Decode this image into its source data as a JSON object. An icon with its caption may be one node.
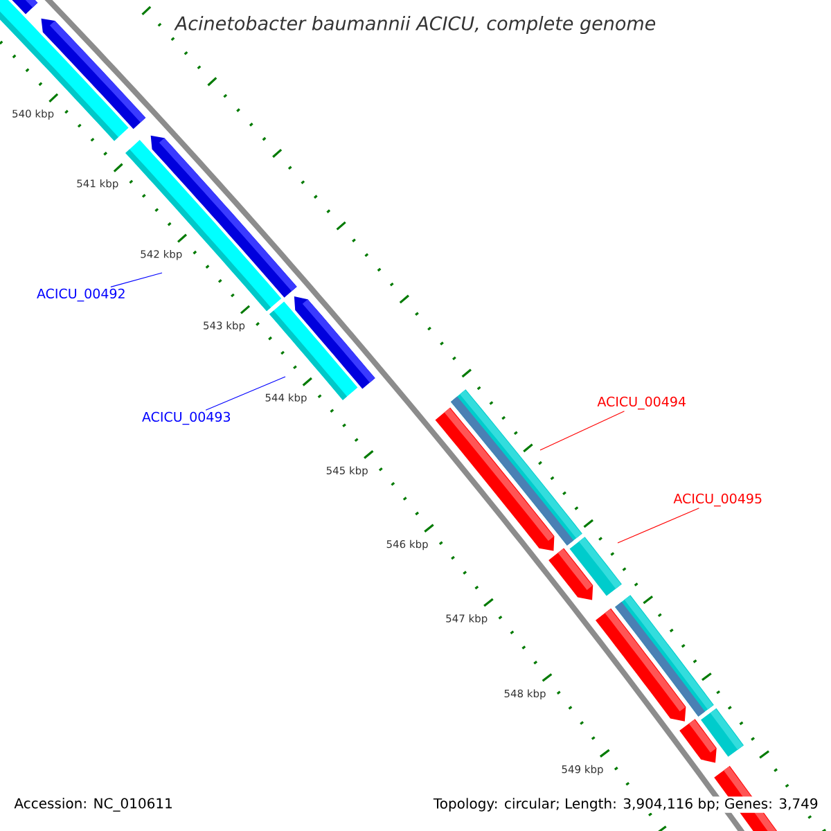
{
  "diagram": {
    "title": "Acinetobacter baumannii ACICU, complete genome",
    "nodes": [
      {
        "text": [
          "ACICU_00492"
        ]
      },
      {
        "text": [
          "ACICU_00493"
        ]
      },
      {
        "text": [
          "ACICU_00494"
        ]
      },
      {
        "text": [
          "ACICU_00495"
        ]
      }
    ],
    "edges": [
      {
        "from": 0,
        "to": null,
        "arrow": "none",
        "color": "#0000ff"
      },
      {
        "from": 1,
        "to": null,
        "arrow": "none",
        "color": "#0000ff"
      },
      {
        "from": 2,
        "to": null,
        "arrow": "none",
        "color": "#ff0000"
      },
      {
        "from": 3,
        "to": null,
        "arrow": "none",
        "color": "#ff0000"
      }
    ],
    "labels": [
      "540 kbp",
      "541 kbp",
      "542 kbp",
      "543 kbp",
      "544 kbp",
      "545 kbp",
      "546 kbp",
      "547 kbp",
      "548 kbp",
      "549 kbp",
      "Accession: NC_010611",
      "Topology: circular; Length: 3,904,116 bp; Genes: 3,749"
    ]
  }
}
